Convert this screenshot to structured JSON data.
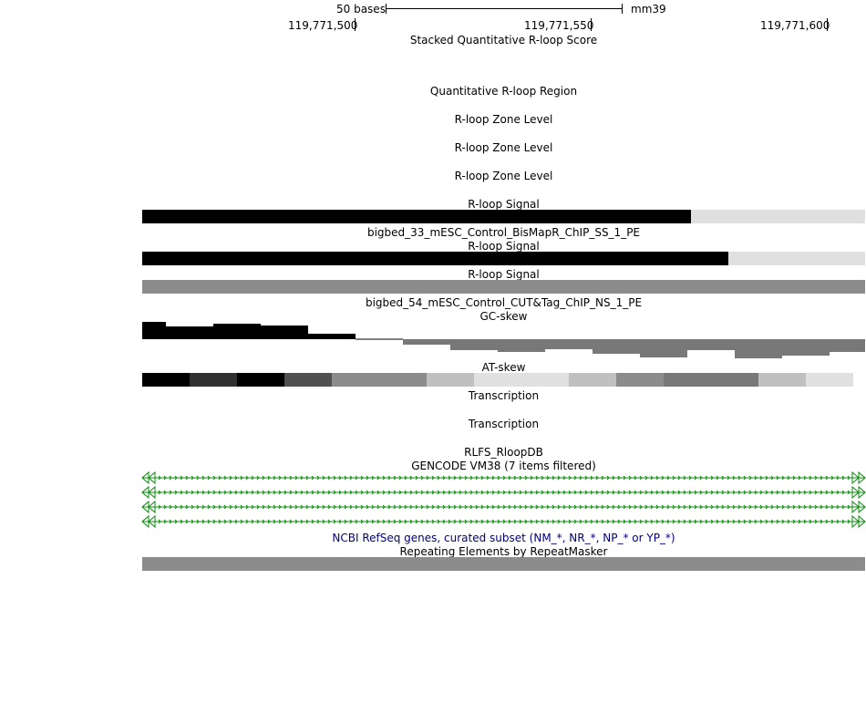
{
  "ruler": {
    "scale_label": "50 bases",
    "assembly": "mm39",
    "positions": [
      "119,771,500",
      "119,771,550",
      "119,771,600"
    ]
  },
  "tracks": {
    "stacked_score": "Stacked Quantitative R-loop Score",
    "quant_region": "Quantitative R-loop Region",
    "zone_level_1": "R-loop Zone Level",
    "zone_level_2": "R-loop Zone Level",
    "zone_level_3": "R-loop Zone Level",
    "signal_1": "R-loop Signal",
    "bigbed_33": "bigbed_33_mESC_Control_BisMapR_ChIP_SS_1_PE",
    "signal_2": "R-loop Signal",
    "signal_3": "R-loop Signal",
    "bigbed_54": "bigbed_54_mESC_Control_CUT&Tag_ChIP_NS_1_PE",
    "gc_skew": "GC-skew",
    "at_skew": "AT-skew",
    "transcription_1": "Transcription",
    "transcription_2": "Transcription",
    "rlfs": "RLFS_RloopDB",
    "gencode": "GENCODE VM38 (7 items filtered)",
    "refseq": "NCBI RefSeq genes, curated subset (NM_*, NR_*, NP_* or YP_*)",
    "repeatmasker": "Repeating Elements by RepeatMasker"
  },
  "colors": {
    "signal_dark": "#000000",
    "signal_light": "#e0e0e0",
    "signal_mid": "#8c8c8c",
    "gene_green": "#0c8c0c",
    "refseq_navy": "#000080",
    "repeat_gray": "#8c8c8c"
  },
  "at_skew_levels": [
    "#000000",
    "#303030",
    "#000000",
    "#505050",
    "#8c8c8c",
    "#8c8c8c",
    "#c0c0c0",
    "#e0e0e0",
    "#e0e0e0",
    "#c0c0c0",
    "#8c8c8c",
    "#787878",
    "#787878",
    "#c0c0c0",
    "#e0e0e0"
  ]
}
